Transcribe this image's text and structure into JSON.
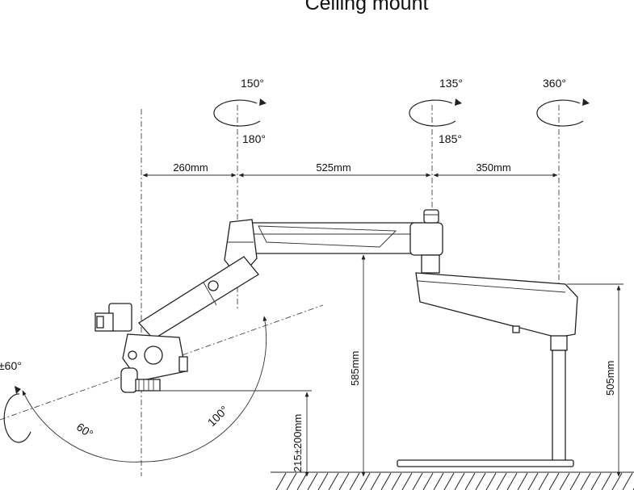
{
  "title": "Ceiling mount",
  "rotation_labels": {
    "left_top": "150°",
    "left_bottom": "180°",
    "mid_top": "135°",
    "mid_bottom": "185°",
    "right_top": "360°",
    "scope_tilt": "±60°"
  },
  "dimensions": {
    "span_1": "260mm",
    "span_2": "525mm",
    "span_3": "350mm",
    "height_arm": "585mm",
    "height_column": "505mm",
    "working_distance": "215±200mm"
  },
  "angles": {
    "lower": "60°",
    "upper": "100°"
  }
}
